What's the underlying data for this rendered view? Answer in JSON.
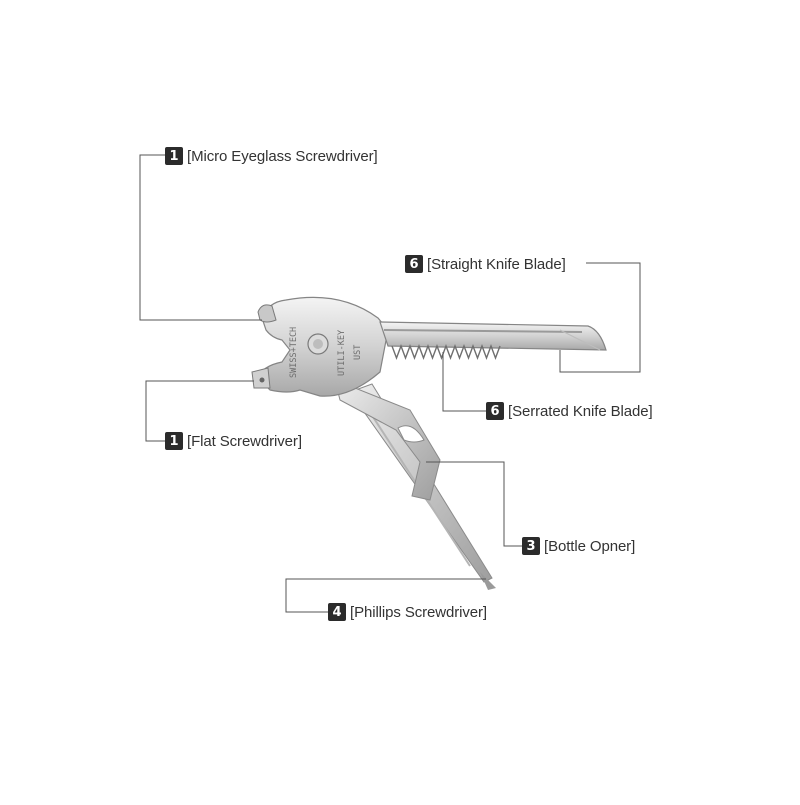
{
  "callouts": [
    {
      "id": "micro-eyeglass-screwdriver",
      "number": "1",
      "label": "[Micro Eyeglass Screwdriver]"
    },
    {
      "id": "straight-knife-blade",
      "number": "6",
      "label": "[Straight Knife Blade]"
    },
    {
      "id": "serrated-knife-blade",
      "number": "6",
      "label": "[Serrated Knife Blade]"
    },
    {
      "id": "flat-screwdriver",
      "number": "1",
      "label": "[Flat Screwdriver]"
    },
    {
      "id": "bottle-opener",
      "number": "3",
      "label": "[Bottle Opner]"
    },
    {
      "id": "phillips-screwdriver",
      "number": "4",
      "label": "[Phillips Screwdriver]"
    }
  ],
  "tool": {
    "engraving_brand": "SWISS+TECH",
    "engraving_model": "UTILI-KEY",
    "engraving_code": "UST"
  },
  "colors": {
    "leader_line": "#555555",
    "badge_bg": "#2b2b2b",
    "metal_light": "#e6e6e6",
    "metal_dark": "#9a9a9a"
  }
}
